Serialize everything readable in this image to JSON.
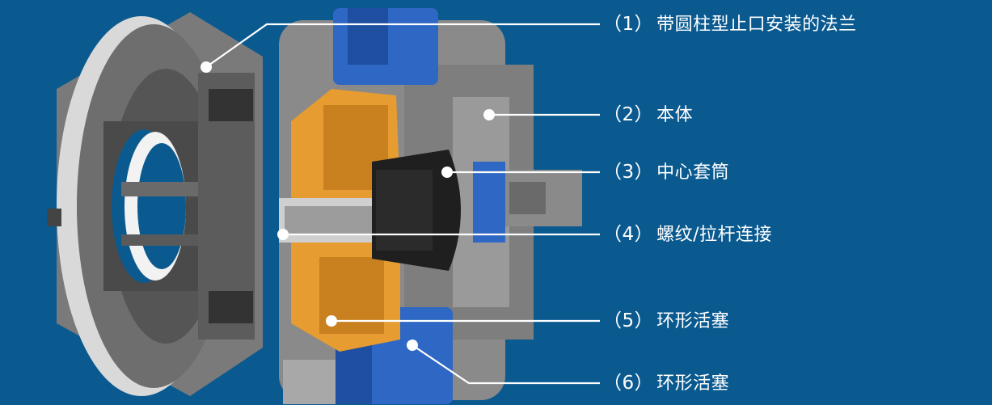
{
  "callouts": [
    {
      "number": "（1）",
      "label": "带圆柱型止口安装的法兰"
    },
    {
      "number": "（2）",
      "label": "本体"
    },
    {
      "number": "（3）",
      "label": "中心套筒"
    },
    {
      "number": "（4）",
      "label": "螺纹/拉杆连接"
    },
    {
      "number": "（5）",
      "label": "环形活塞"
    },
    {
      "number": "（6）",
      "label": "环形活塞"
    }
  ],
  "colors": {
    "background": "#0a5a90",
    "flange": "#8c8c8c",
    "piston_orange": "#e69c30",
    "piston_blue": "#2e67c4",
    "sleeve": "#1f1f1f",
    "leader_line": "#ffffff"
  }
}
